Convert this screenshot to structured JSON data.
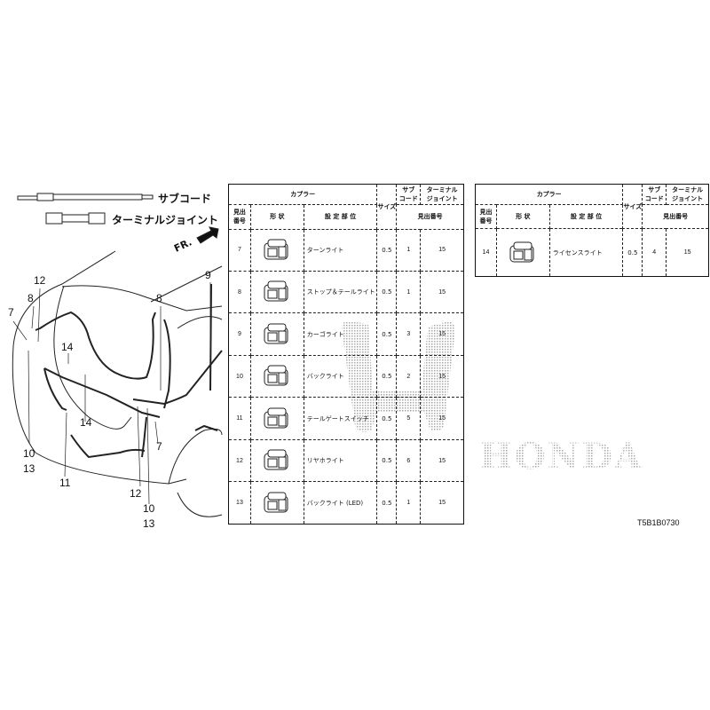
{
  "legend": {
    "sub_cord": "サブコード",
    "terminal_joint": "ターミナルジョイント",
    "front_arrow": "FR."
  },
  "diagram_labels": [
    "12",
    "8",
    "7",
    "14",
    "14",
    "10",
    "13",
    "11",
    "12",
    "10",
    "13",
    "8",
    "9",
    "7"
  ],
  "table_headers": {
    "coupler": "カプラー",
    "sub": "サブ",
    "cord": "コード",
    "terminal": "ターミナル",
    "joint": "ジョイント",
    "index": "見出",
    "index2": "番号",
    "shape": "形 状",
    "location": "設 定 部 位",
    "size": "サイズ",
    "ref_no": "見出番号"
  },
  "left_table": [
    {
      "no": "7",
      "location": "ターンライト",
      "size": "0.5",
      "sub": "1",
      "joint": "15"
    },
    {
      "no": "8",
      "location": "ストップ＆テールライト",
      "size": "0.5",
      "sub": "1",
      "joint": "15"
    },
    {
      "no": "9",
      "location": "カーゴライト",
      "size": "0.5",
      "sub": "3",
      "joint": "15"
    },
    {
      "no": "10",
      "location": "バックライト",
      "size": "0.5",
      "sub": "2",
      "joint": "15"
    },
    {
      "no": "11",
      "location": "テールゲートスイッチ",
      "size": "0.5",
      "sub": "5",
      "joint": "15"
    },
    {
      "no": "12",
      "location": "リヤホライト",
      "size": "0.5",
      "sub": "6",
      "joint": "15"
    },
    {
      "no": "13",
      "location": "バックライト (LED)",
      "size": "0.5",
      "sub": "1",
      "joint": "15"
    }
  ],
  "right_table": [
    {
      "no": "14",
      "location": "ライセンスライト",
      "size": "0.5",
      "sub": "4",
      "joint": "15"
    }
  ],
  "watermark": "HONDA",
  "diagram_code": "T5B1B0730"
}
